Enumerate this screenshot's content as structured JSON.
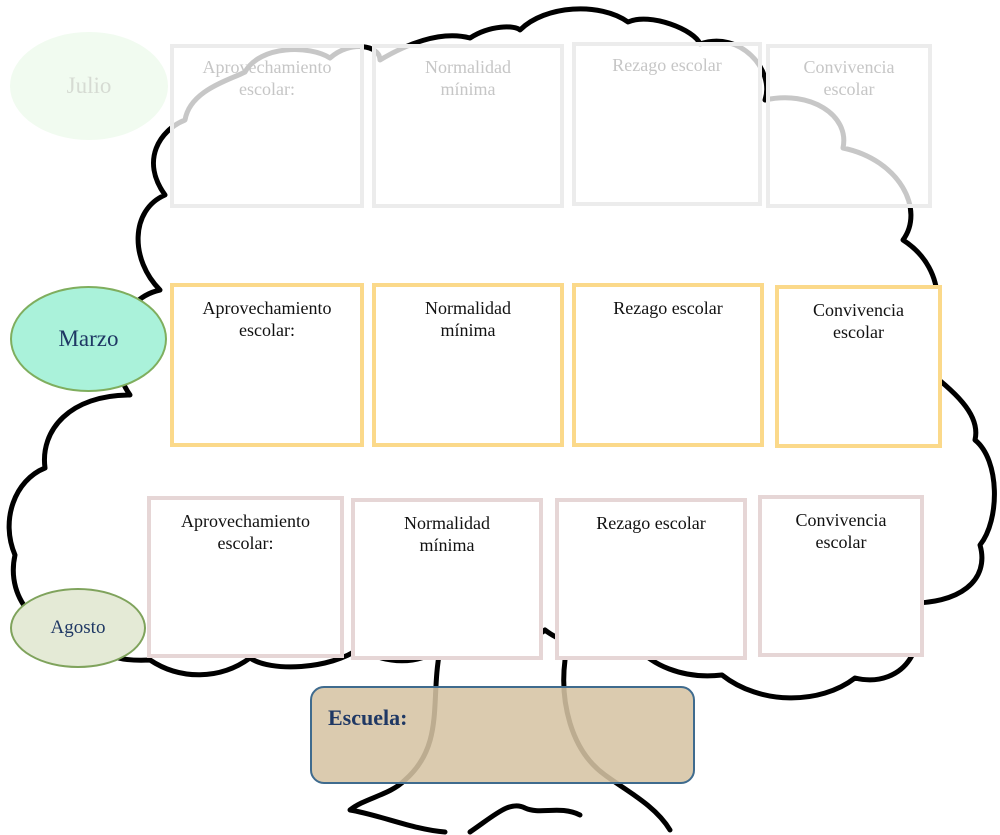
{
  "rows": [
    {
      "month": "Julio",
      "boxes": [
        "Aprovechamiento\nescolar:",
        "Normalidad\nmínima",
        "Rezago escolar",
        "Convivencia\nescolar"
      ]
    },
    {
      "month": "Marzo",
      "boxes": [
        "Aprovechamiento\nescolar:",
        "Normalidad\nmínima",
        "Rezago escolar",
        "Convivencia\nescolar"
      ]
    },
    {
      "month": "Agosto",
      "boxes": [
        "Aprovechamiento\nescolar:",
        "Normalidad\nmínima",
        "Rezago escolar",
        "Convivencia\nescolar"
      ]
    }
  ],
  "school": {
    "label": "Escuela:"
  },
  "colors": {
    "outline": "#000000",
    "julio_border": "#ececec",
    "marzo_border": "#fbd98a",
    "agosto_border": "#e6d6d6",
    "marzo_fill": "#aaf2da",
    "agosto_fill": "#e4ead6",
    "school_fill": "#d6c4a4",
    "label_text": "#1f3864"
  }
}
